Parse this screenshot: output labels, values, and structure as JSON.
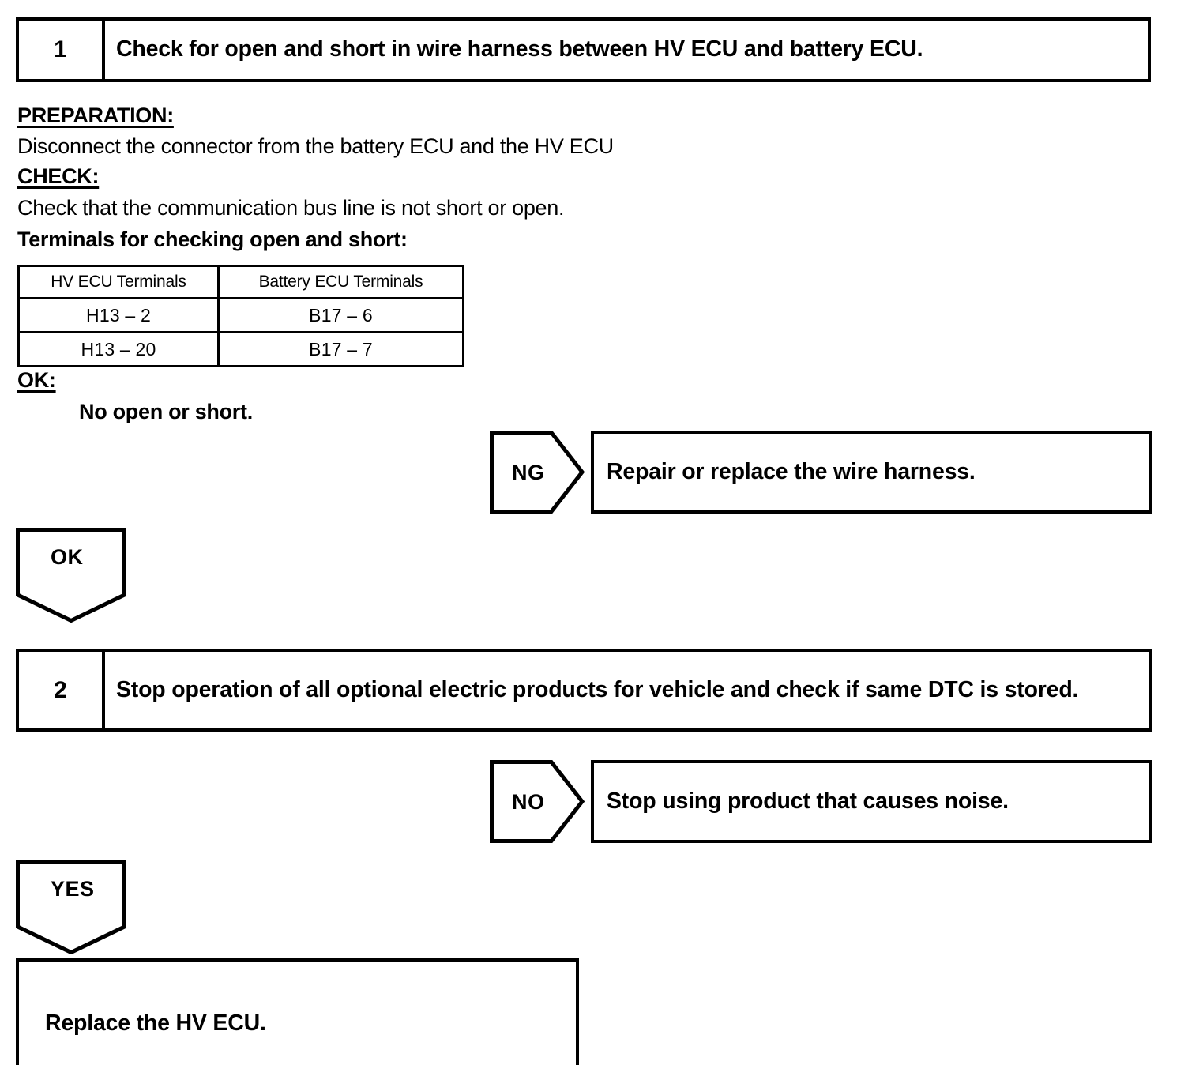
{
  "document": {
    "type": "diagnostic-flowchart",
    "title": "HV ECU / Battery ECU communication bus diagnostic procedure"
  },
  "steps": [
    {
      "number": "1",
      "instruction": "Check for open and short in wire harness between HV ECU and battery ECU."
    },
    {
      "number": "2",
      "instruction": "Stop operation of all optional electric products for vehicle and check if same DTC is stored."
    }
  ],
  "procedure": {
    "preparation_label": "PREPARATION:",
    "preparation_text": "Disconnect the connector from the battery ECU and the HV ECU",
    "check_label": "CHECK:",
    "check_text": "Check that the communication bus line is not short or open.",
    "terminals_label": "Terminals for checking open and short:",
    "ok_label": "OK:",
    "ok_text": "No open or short."
  },
  "terminals_table": {
    "headers": [
      "HV ECU Terminals",
      "Battery ECU Terminals"
    ],
    "rows": [
      [
        "H13 – 2",
        "B17 – 6"
      ],
      [
        "H13 – 20",
        "B17 – 7"
      ]
    ]
  },
  "branches": {
    "ng": {
      "label": "NG",
      "result": "Repair or replace the wire harness."
    },
    "ok": {
      "label": "OK"
    },
    "no": {
      "label": "NO",
      "result": "Stop using product that causes noise."
    },
    "yes": {
      "label": "YES"
    }
  },
  "final_action": {
    "text": "Replace the HV ECU."
  },
  "colors": {
    "ink": "#000000",
    "paper": "#ffffff"
  }
}
